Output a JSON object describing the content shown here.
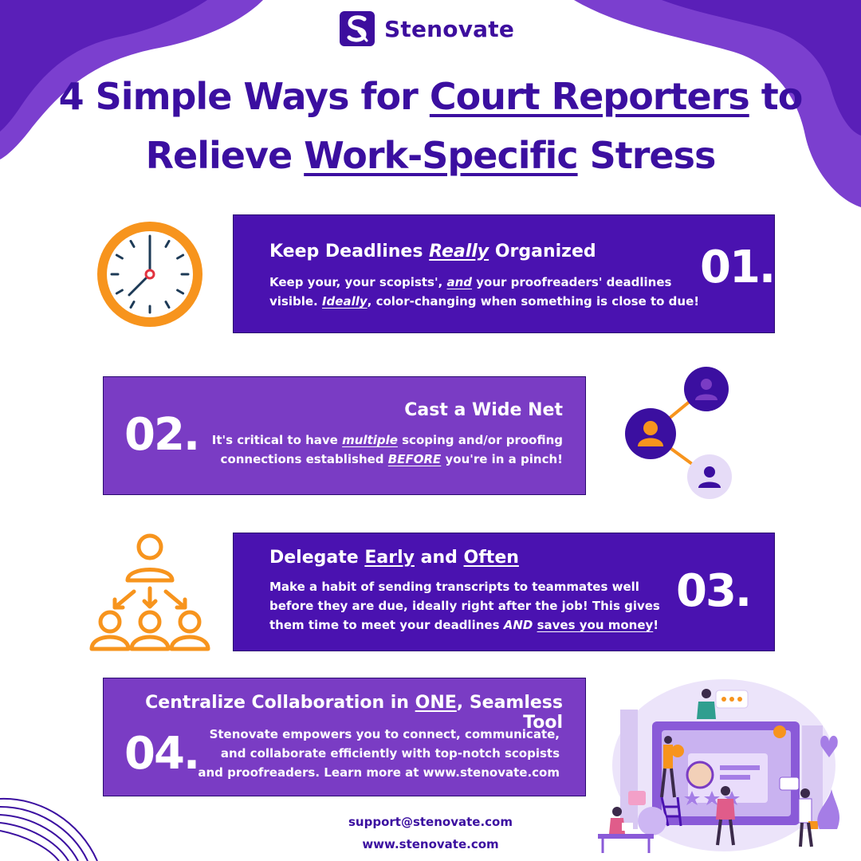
{
  "brand": {
    "name": "Stenovate"
  },
  "title": {
    "line1_a": "4 Simple Ways for ",
    "line1_u": "Court Reporters",
    "line1_b": " to",
    "line2_a": "Relieve ",
    "line2_u": "Work-Specific",
    "line2_b": " Stress"
  },
  "cards": [
    {
      "number": "01.",
      "heading_a": "Keep Deadlines ",
      "heading_u": "Really",
      "heading_b": " Organized",
      "body_1": "Keep your, your scopists', ",
      "body_2": "and",
      "body_3": " your proofreaders' deadlines",
      "body_4": "visible.  ",
      "body_5": "Ideally",
      "body_6": ", color-changing when something is close to due!"
    },
    {
      "number": "02.",
      "heading": "Cast a Wide Net",
      "body_1": "It's critical to have ",
      "body_2": "multiple",
      "body_3": " scoping and/or proofing",
      "body_4": "connections established ",
      "body_5": "BEFORE",
      "body_6": " you're in a pinch!"
    },
    {
      "number": "03.",
      "heading_a": "Delegate ",
      "heading_u1": "Early",
      "heading_b": " and ",
      "heading_u2": "Often",
      "body_1": "Make a habit of sending transcripts to teammates well",
      "body_2": "before they are due, ideally right after the job!  This gives",
      "body_3": "them time to meet your deadlines ",
      "body_4": "AND",
      "body_5": " ",
      "body_6": "saves you money",
      "body_7": "!"
    },
    {
      "number": "04.",
      "heading_a": "Centralize Collaboration in ",
      "heading_u": "ONE",
      "heading_b": ", Seamless Tool",
      "body_1": "Stenovate empowers you to connect, communicate,",
      "body_2": "and collaborate efficiently with top-notch scopists",
      "body_3": "and proofreaders. Learn more at www.stenovate.com"
    }
  ],
  "footer": {
    "email": "support@stenovate.com",
    "website": "www.stenovate.com"
  },
  "colors": {
    "primary_dark": "#4a12b0",
    "primary_light": "#7a3cc4",
    "title": "#3b0fa0",
    "accent_orange": "#f7941d",
    "blob": "#7b3fcf"
  },
  "icons": [
    "clock-icon",
    "network-people-icon",
    "team-hierarchy-icon",
    "collaboration-illustration"
  ]
}
